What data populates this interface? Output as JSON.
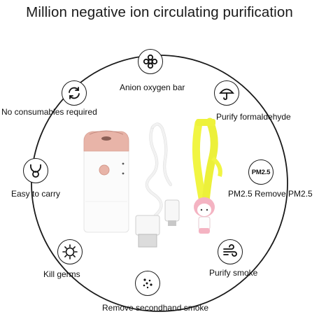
{
  "title": "Million negative ion circulating purification",
  "features": {
    "anion": {
      "label": "Anion oxygen bar",
      "icon": "anion-flower-icon"
    },
    "no_consumables": {
      "label": "No consumables required",
      "icon": "recycle-arrows-icon"
    },
    "formaldehyde": {
      "label": "Purify formaldehyde",
      "icon": "umbrella-icon"
    },
    "carry": {
      "label": "Easy to carry",
      "icon": "necklace-icon"
    },
    "pm25": {
      "label": "PM2.5 Remove PM2.5",
      "icon": "pm25-icon",
      "icon_text": "PM2.5"
    },
    "germs": {
      "label": "Kill germs",
      "icon": "germ-sun-icon"
    },
    "smoke": {
      "label": "Purify smoke",
      "icon": "wind-icon"
    },
    "secondhand": {
      "label": "Remove secondhand smoke",
      "icon": "smoke-particles-icon"
    }
  },
  "colors": {
    "device_accent": "#e8b4a8",
    "lanyard": "#f1f542",
    "ring": "#1a1a1a"
  }
}
